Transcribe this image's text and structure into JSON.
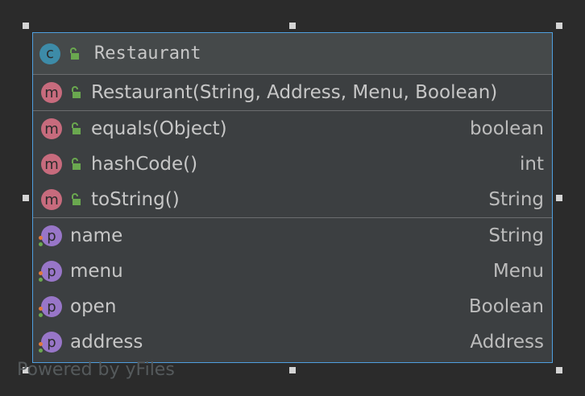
{
  "class": {
    "badge": "c",
    "name": "Restaurant"
  },
  "constructors": [
    {
      "badge": "m",
      "name": "Restaurant(String, Address, Menu, Boolean)"
    }
  ],
  "methods": [
    {
      "badge": "m",
      "name": "equals(Object)",
      "type": "boolean"
    },
    {
      "badge": "m",
      "name": "hashCode()",
      "type": "int"
    },
    {
      "badge": "m",
      "name": "toString()",
      "type": "String"
    }
  ],
  "fields": [
    {
      "badge": "p",
      "name": "name",
      "type": "String"
    },
    {
      "badge": "p",
      "name": "menu",
      "type": "Menu"
    },
    {
      "badge": "p",
      "name": "open",
      "type": "Boolean"
    },
    {
      "badge": "p",
      "name": "address",
      "type": "Address"
    }
  ],
  "watermark": "Powered by yFiles",
  "colors": {
    "background": "#2b2b2b",
    "selection_border": "#4f9fdf",
    "class_badge": "#3d8ba8",
    "method_badge": "#c76b7d",
    "property_badge": "#9876c8",
    "lock_icon": "#6aa84f"
  },
  "icons": {
    "class": "class-icon",
    "method": "method-icon",
    "property": "property-icon",
    "visibility": "unlocked-padlock-icon"
  }
}
